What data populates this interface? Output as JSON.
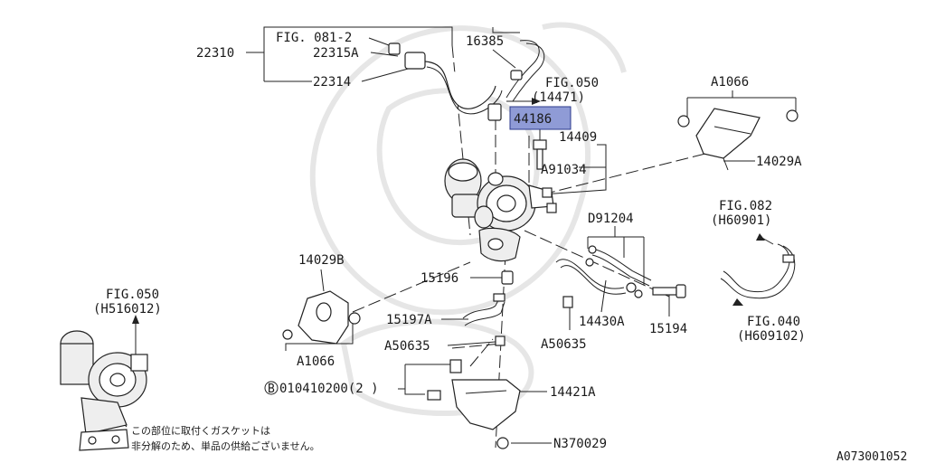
{
  "colors": {
    "highlight": "#8f9bd6",
    "ink": "#1a1a1a"
  },
  "labels": {
    "fig081": "FIG. 081-2",
    "p22310": "22310",
    "p22315a": "22315A",
    "p22314": "22314",
    "p16385": "16385",
    "fig050a": "FIG.050",
    "fig050a_ref": "(14471)",
    "p44186": "44186",
    "p14409": "14409",
    "pa91034": "A91034",
    "pa1066_top": "A1066",
    "p14029a": "14029A",
    "pd91204": "D91204",
    "fig082": "FIG.082",
    "fig082_ref": "(H60901)",
    "p14029b": "14029B",
    "p15196": "15196",
    "fig050b": "FIG.050",
    "fig050b_ref": "(H516012)",
    "p15197a": "15197A",
    "pa50635_l": "A50635",
    "pa50635_r": "A50635",
    "p14430a": "14430A",
    "p15194": "15194",
    "fig040": "FIG.040",
    "fig040_ref": "(H609102)",
    "pa1066_bot": "A1066",
    "bolt_circle": "B",
    "bolt_code": "010410200(2 )",
    "p14421a": "14421A",
    "pn370029": "N370029",
    "note_line1": "この部位に取付くガスケットは",
    "note_line2": "非分解のため、単品の供給ございません。",
    "diagram_id": "A073001052"
  }
}
